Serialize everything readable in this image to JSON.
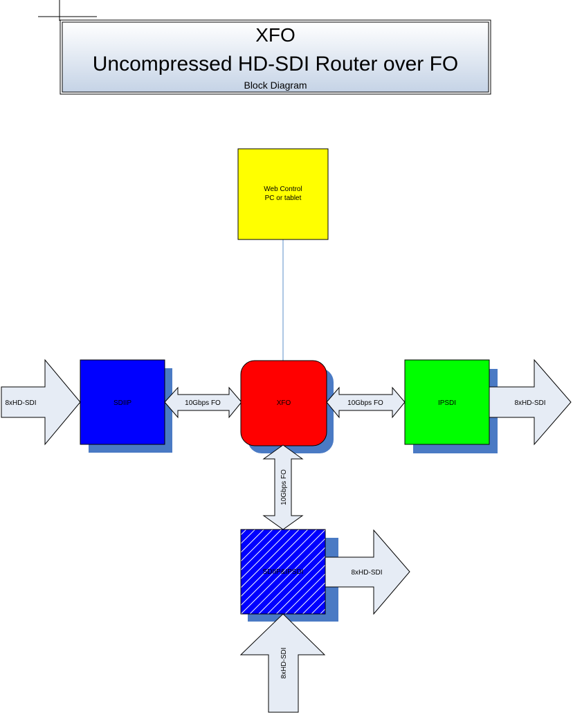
{
  "title_block": {
    "title": "XFO",
    "subtitle": "Uncompressed HD-SDI Router over FO",
    "caption": "Block Diagram"
  },
  "blocks": {
    "web_control": {
      "line1": "Web Control",
      "line2": "PC or tablet",
      "color": "#ffff00"
    },
    "sdiip": {
      "label": "SDIIP",
      "color": "#0000ff"
    },
    "xfo": {
      "label": "XFO",
      "color": "#ff0000"
    },
    "ipsdi": {
      "label": "IPSDI",
      "color": "#00ff00"
    },
    "sdiip_ipsdi": {
      "label": "SDIIP&IPSDI",
      "color": "#0000ff"
    }
  },
  "arrows": {
    "input_left": "8xHD-SDI",
    "link_left": "10Gbps FO",
    "link_right": "10Gbps FO",
    "output_right": "8xHD-SDI",
    "link_down": "10Gbps FO",
    "output_bottom_right": "8xHD-SDI",
    "input_bottom": "8xHD-SDI"
  },
  "colors": {
    "shadow": "#4a7ac4",
    "arrow_fill": "#e6ecf5",
    "connector": "#5b8fc9"
  }
}
